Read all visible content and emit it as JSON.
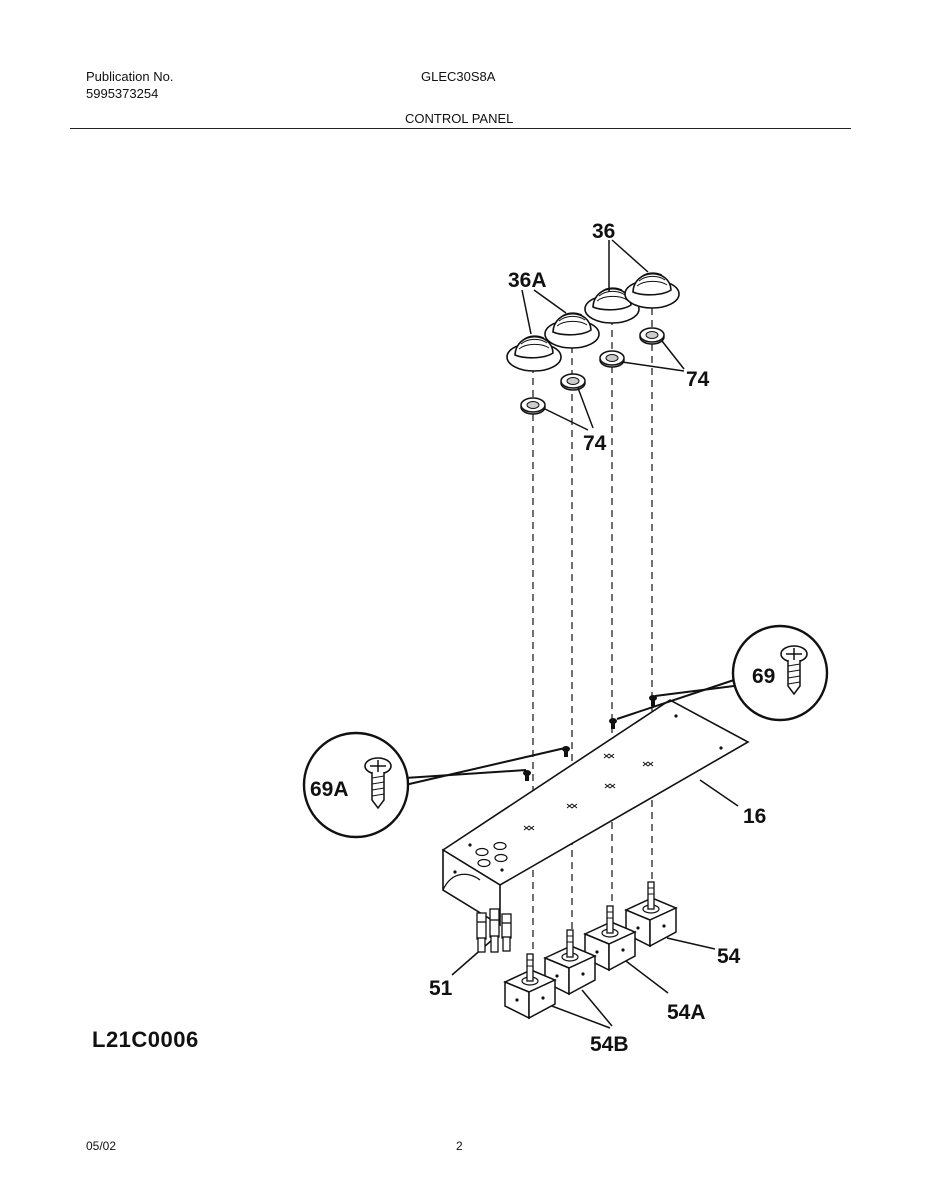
{
  "header": {
    "publication_label": "Publication No.",
    "publication_number": "5995373254",
    "model": "GLEC30S8A",
    "section": "CONTROL PANEL"
  },
  "callouts": {
    "knob": "36",
    "knob_a": "36A",
    "seal_right": "74",
    "seal_left": "74",
    "screw": "69",
    "screw_a": "69A",
    "panel": "16",
    "switch": "54",
    "switch_a": "54A",
    "switch_b": "54B",
    "indicator": "51"
  },
  "figure_code": "L21C0006",
  "footer": {
    "date": "05/02",
    "page": "2"
  }
}
